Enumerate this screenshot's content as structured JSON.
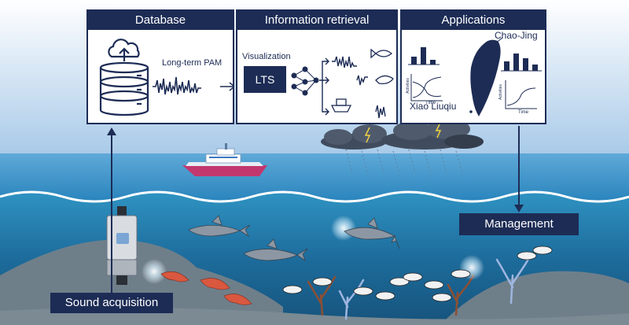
{
  "panels": {
    "database": {
      "title": "Database",
      "pam_label": "Long-term PAM"
    },
    "retrieval": {
      "title": "Information retrieval",
      "visualization_label": "Visualization",
      "lts_label": "LTS"
    },
    "applications": {
      "title": "Applications",
      "site_north": "Chao-Jing",
      "site_south": "Xiao Liuqiu",
      "plot_xlabel": "Time",
      "plot_ylabel": "Activities"
    }
  },
  "boxes": {
    "management": "Management",
    "sound_acquisition": "Sound acquisition"
  },
  "colors": {
    "navy": "#1d2c55",
    "sky": "#9cc3e6",
    "ocean": "#1f6f9e",
    "sand": "#7a8893"
  }
}
